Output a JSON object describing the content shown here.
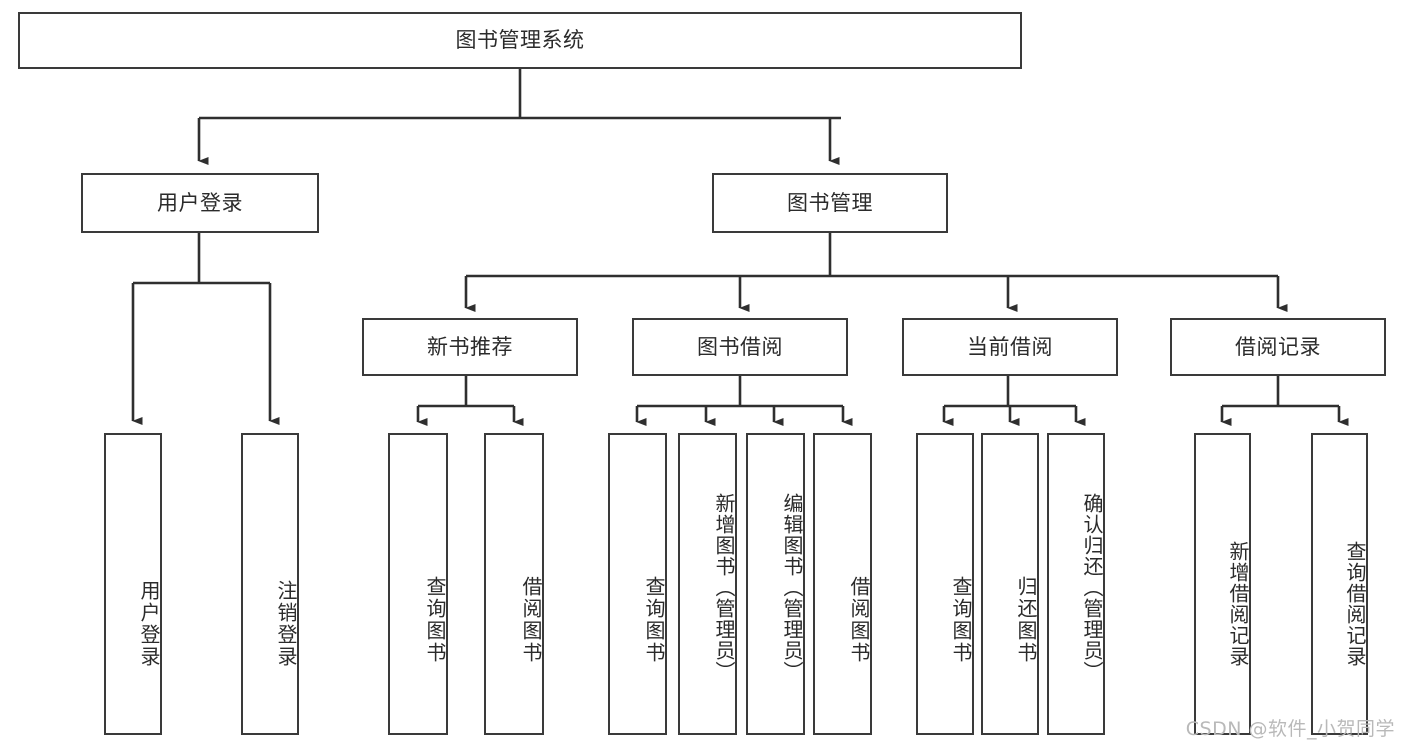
{
  "diagram": {
    "type": "tree-hierarchy",
    "title": "图书管理系统",
    "orientation": "top-down",
    "colors": {
      "node_border": "#3a3a3a",
      "node_fill": "#ffffff",
      "link": "#2f2f2f",
      "text": "#2b2b2b",
      "watermark": "#b9b9b9",
      "background": "#ffffff"
    },
    "levels": {
      "root": "图书管理系统",
      "level2": [
        "用户登录",
        "图书管理"
      ],
      "level3": [
        "新书推荐",
        "图书借阅",
        "当前借阅",
        "借阅记录"
      ],
      "level4": [
        "用户登录",
        "注销登录",
        "查询图书",
        "借阅图书",
        "查询图书",
        "新增图书（管理员）",
        "编辑图书（管理员）",
        "借阅图书",
        "查询图书",
        "归还图书",
        "确认归还（管理员）",
        "新增借阅记录",
        "查询借阅记录"
      ]
    },
    "nodes": {
      "root": {
        "label": "图书管理系统"
      },
      "user_login": {
        "label": "用户登录"
      },
      "book_manage": {
        "label": "图书管理"
      },
      "new_book_rec": {
        "label": "新书推荐"
      },
      "book_borrow": {
        "label": "图书借阅"
      },
      "current_borrow": {
        "label": "当前借阅"
      },
      "borrow_record": {
        "label": "借阅记录"
      },
      "leaf_user_login": {
        "label": "用户登录"
      },
      "leaf_logout": {
        "label": "注销登录"
      },
      "leaf_query_book_1": {
        "label": "查询图书"
      },
      "leaf_borrow_book_1": {
        "label": "借阅图书"
      },
      "leaf_query_book_2": {
        "label": "查询图书"
      },
      "leaf_add_book": {
        "label": "新增图书（管理员）"
      },
      "leaf_edit_book": {
        "label": "编辑图书（管理员）"
      },
      "leaf_borrow_book_2": {
        "label": "借阅图书"
      },
      "leaf_query_book_3": {
        "label": "查询图书"
      },
      "leaf_return_book": {
        "label": "归还图书"
      },
      "leaf_confirm_return": {
        "label": "确认归还（管理员）"
      },
      "leaf_add_record": {
        "label": "新增借阅记录"
      },
      "leaf_query_record": {
        "label": "查询借阅记录"
      }
    },
    "edges": [
      {
        "from": "root",
        "to": "user_login"
      },
      {
        "from": "root",
        "to": "book_manage"
      },
      {
        "from": "user_login",
        "to": "leaf_user_login"
      },
      {
        "from": "user_login",
        "to": "leaf_logout"
      },
      {
        "from": "book_manage",
        "to": "new_book_rec"
      },
      {
        "from": "book_manage",
        "to": "book_borrow"
      },
      {
        "from": "book_manage",
        "to": "current_borrow"
      },
      {
        "from": "book_manage",
        "to": "borrow_record"
      },
      {
        "from": "new_book_rec",
        "to": "leaf_query_book_1"
      },
      {
        "from": "new_book_rec",
        "to": "leaf_borrow_book_1"
      },
      {
        "from": "book_borrow",
        "to": "leaf_query_book_2"
      },
      {
        "from": "book_borrow",
        "to": "leaf_add_book"
      },
      {
        "from": "book_borrow",
        "to": "leaf_edit_book"
      },
      {
        "from": "book_borrow",
        "to": "leaf_borrow_book_2"
      },
      {
        "from": "current_borrow",
        "to": "leaf_query_book_3"
      },
      {
        "from": "current_borrow",
        "to": "leaf_return_book"
      },
      {
        "from": "current_borrow",
        "to": "leaf_confirm_return"
      },
      {
        "from": "borrow_record",
        "to": "leaf_add_record"
      },
      {
        "from": "borrow_record",
        "to": "leaf_query_record"
      }
    ]
  },
  "watermark": {
    "text": "CSDN @软件_小贺同学"
  }
}
